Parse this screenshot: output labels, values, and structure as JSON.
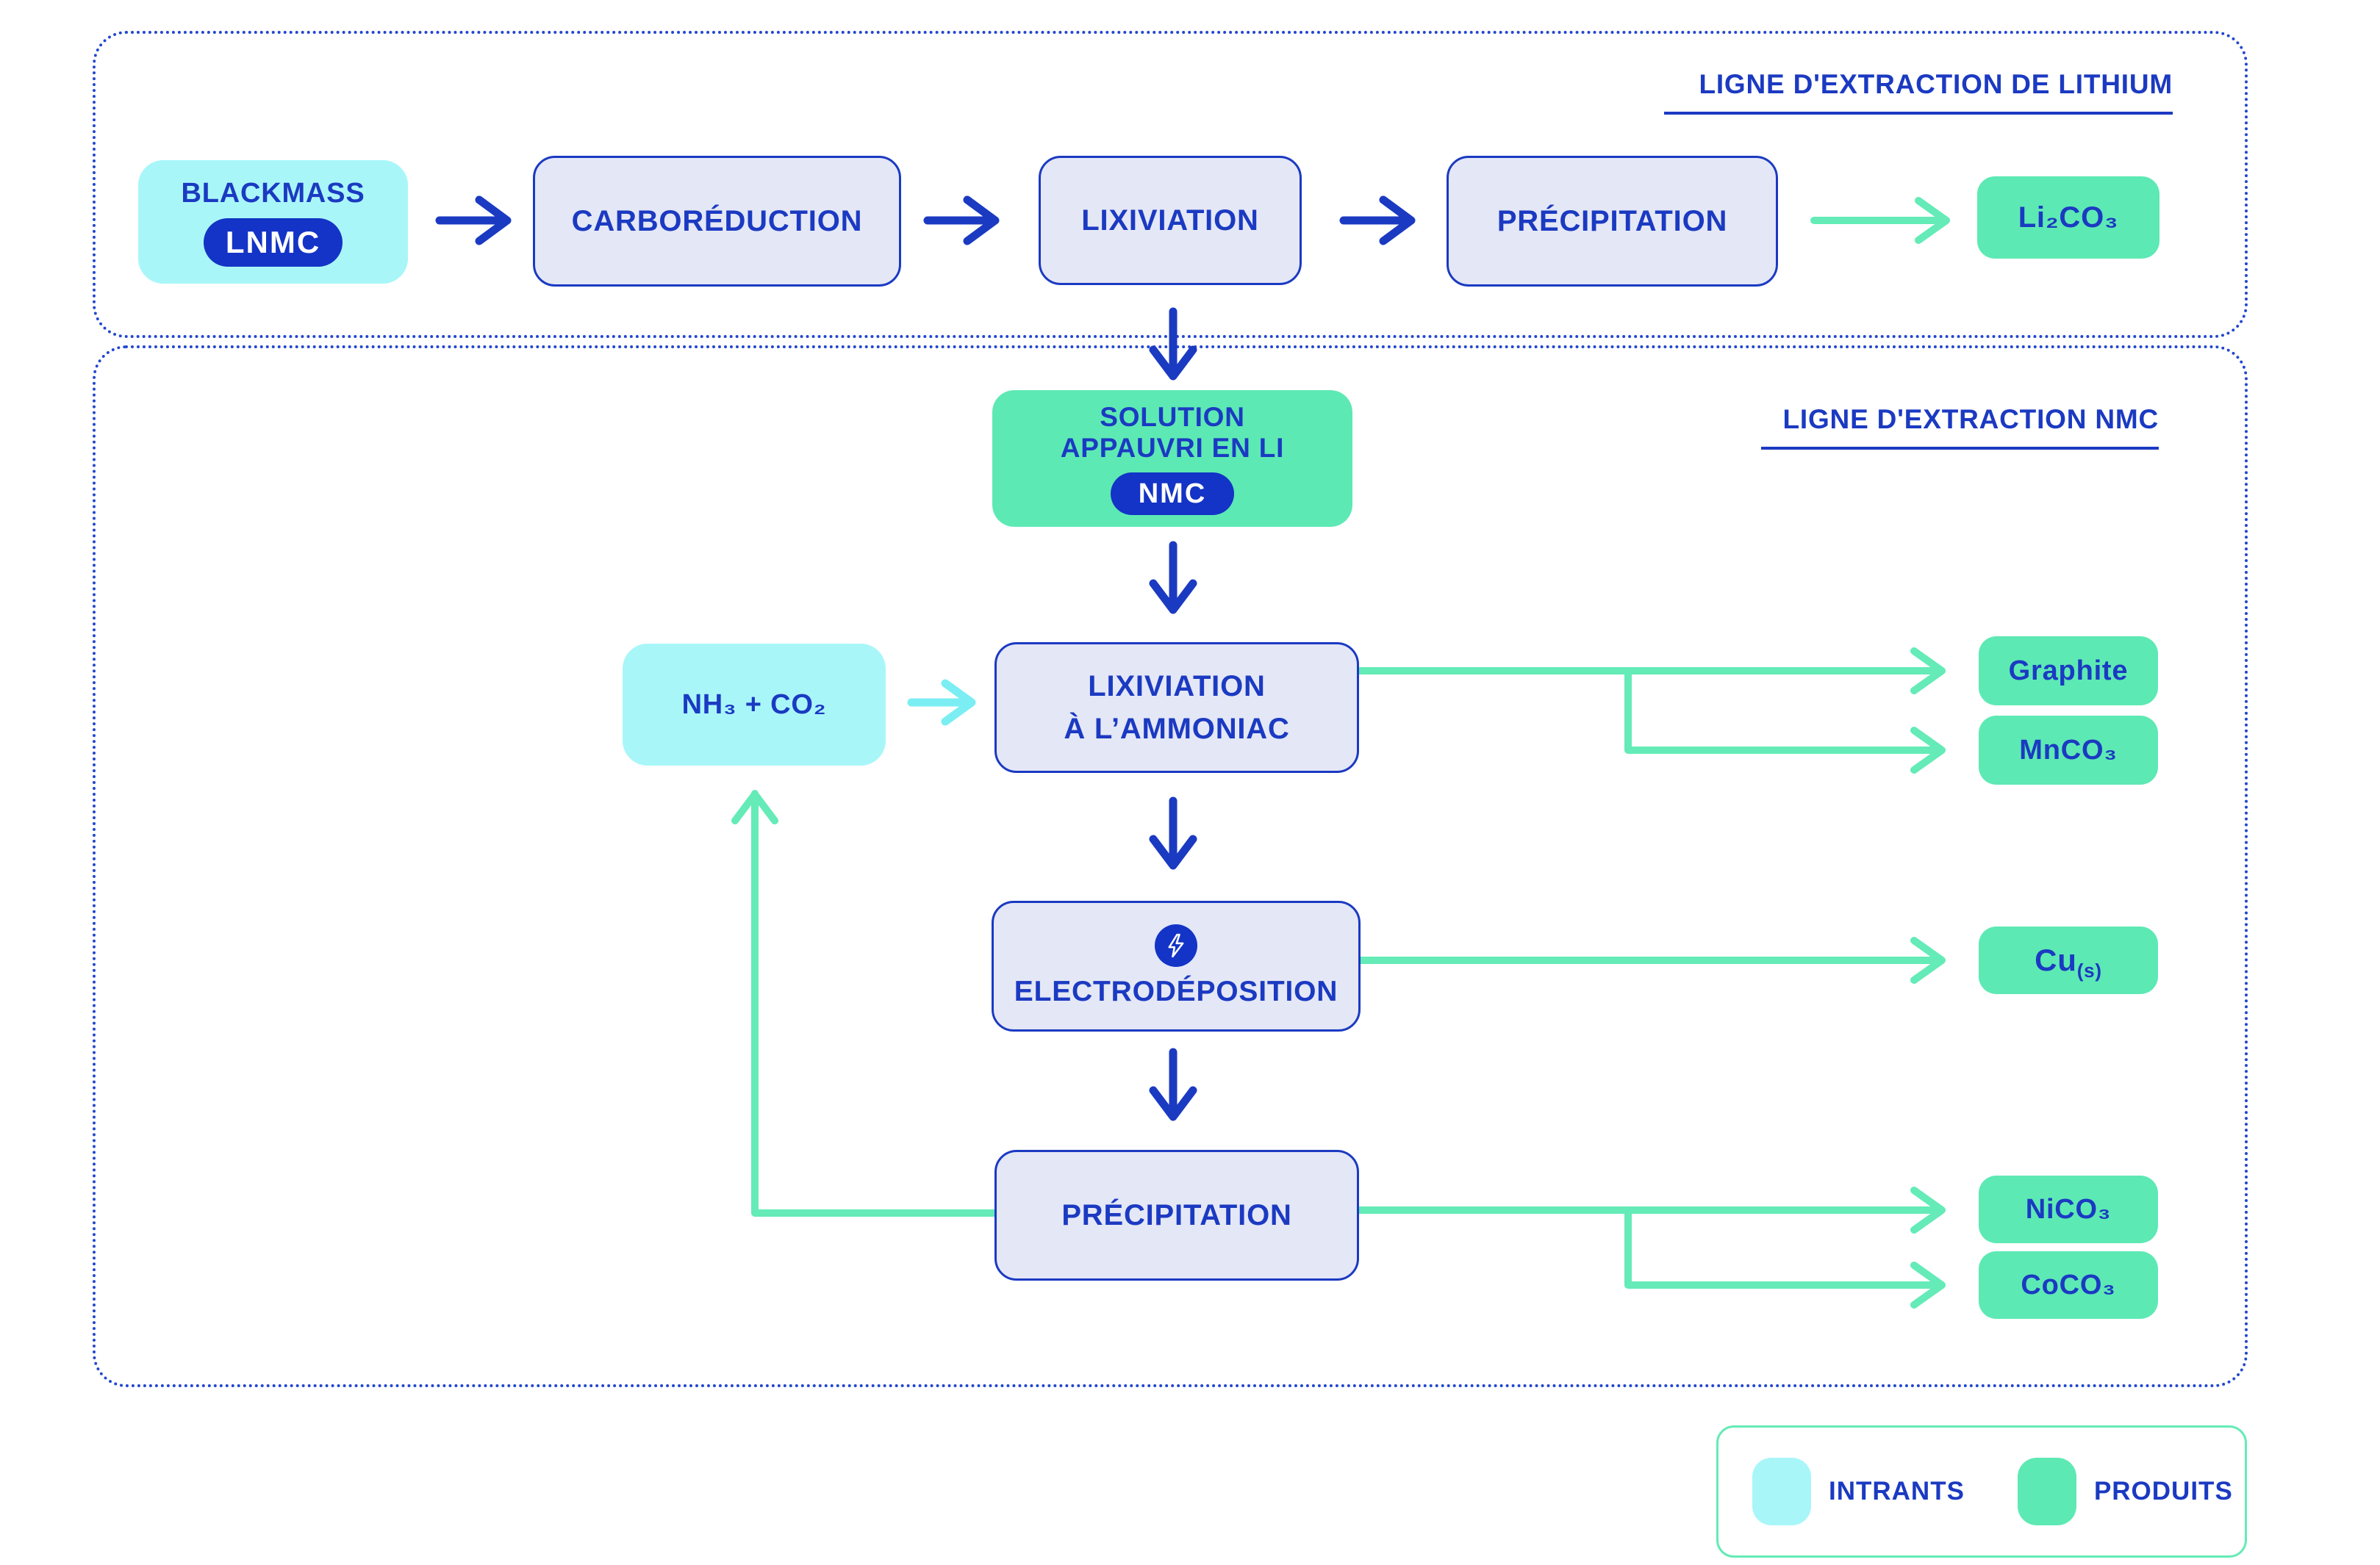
{
  "colors": {
    "blue": "#1b3ac2",
    "pill_blue": "#1334c6",
    "cyan_input": "#a9f6f9",
    "cyan_arrow": "#7beef3",
    "mint_product": "#5de9b4",
    "mint_arrow": "#64ebb7",
    "lavender_process": "#e4e7f6"
  },
  "lithium_line": {
    "title": "LIGNE D'EXTRACTION DE LITHIUM",
    "source_label": "BLACKMASS",
    "source_tag": "LNMC",
    "steps": [
      "CARBORÉDUCTION",
      "LIXIVIATION",
      "PRÉCIPITATION"
    ],
    "product": "Li₂CO₃"
  },
  "nmc_line": {
    "title": "LIGNE D'EXTRACTION NMC",
    "solution_line1": "SOLUTION",
    "solution_line2": "APPAUVRI EN LI",
    "solution_tag": "NMC",
    "input": "NH₃ + CO₂",
    "leach_line1": "LIXIVIATION",
    "leach_line2": "À L’AMMONIAC",
    "leach_products": [
      "Graphite",
      "MnCO₃"
    ],
    "electro_label": "ELECTRODÉPOSITION",
    "electro_product_base": "Cu",
    "electro_product_sub": "(s)",
    "precipitation": "PRÉCIPITATION",
    "precip_products": [
      "NiCO₃",
      "CoCO₃"
    ]
  },
  "legend": {
    "intrants": "INTRANTS",
    "produits": "PRODUITS"
  }
}
